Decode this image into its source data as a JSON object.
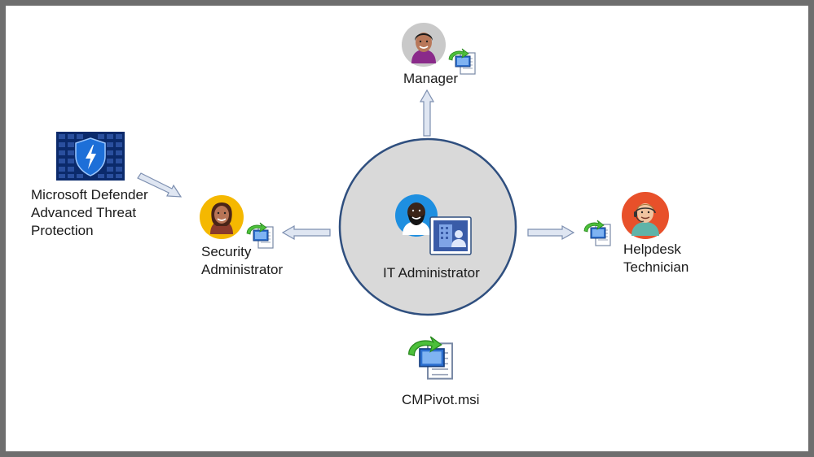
{
  "nodes": {
    "defender": {
      "line1": "Microsoft Defender",
      "line2": "Advanced Threat",
      "line3": "Protection"
    },
    "security_admin": {
      "line1": "Security",
      "line2": "Administrator"
    },
    "manager": {
      "label": "Manager"
    },
    "it_admin": {
      "label": "IT Administrator"
    },
    "helpdesk": {
      "line1": "Helpdesk",
      "line2": "Technician"
    },
    "installer": {
      "label": "CMPivot.msi"
    }
  },
  "colors": {
    "circle_fill": "#d9d9d9",
    "circle_stroke": "#2f4f7f",
    "arrow_fill": "#dfe6f2",
    "arrow_stroke": "#7d8fb0",
    "shield_bg": "#0b2a6b"
  }
}
